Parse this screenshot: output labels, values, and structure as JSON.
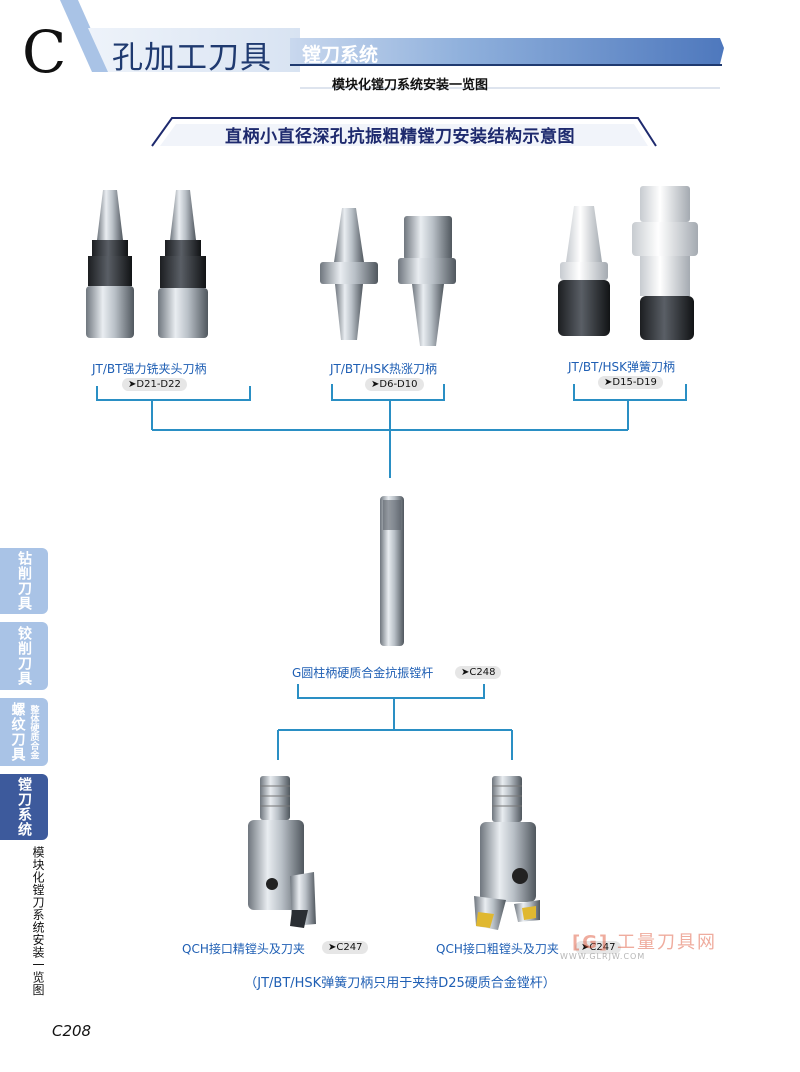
{
  "header": {
    "letter": "C",
    "title": "孔加工刀具",
    "series": "镗刀系统",
    "subtitle": "模块化镗刀系统安装一览图"
  },
  "section_title": "直柄小直径深孔抗振粗精镗刀安装结构示意图",
  "holders": [
    {
      "label": "JT/BT强力铣夹头刀柄",
      "ref": "D21-D22"
    },
    {
      "label": "JT/BT/HSK热涨刀柄",
      "ref": "D6-D10"
    },
    {
      "label": "JT/BT/HSK弹簧刀柄",
      "ref": "D15-D19"
    }
  ],
  "bar": {
    "label": "G圆柱柄硬质合金抗振镗杆",
    "ref": "C248"
  },
  "heads": [
    {
      "label": "QCH接口精镗头及刀夹",
      "ref": "C247"
    },
    {
      "label": "QCH接口粗镗头及刀夹",
      "ref": "C247"
    }
  ],
  "note": "（JT/BT/HSK弹簧刀柄只用于夹持D25硬质合金镗杆）",
  "side_tabs": [
    {
      "label": "钻削刀具"
    },
    {
      "label": "铰削刀具"
    },
    {
      "label": "螺纹刀具",
      "sub": "整体硬质合金"
    },
    {
      "label": "镗刀系统"
    }
  ],
  "side_caption": "模块化镗刀系统安装一览图",
  "page_number": "C208",
  "watermark": {
    "brand": "工量刀具网",
    "url": "WWW.GLRJW.COM"
  },
  "colors": {
    "accent": "#1f5fb4",
    "connector": "#2a8fc4",
    "tab_active": "#3d5a9c",
    "tab_inactive": "#a9c3e6"
  }
}
